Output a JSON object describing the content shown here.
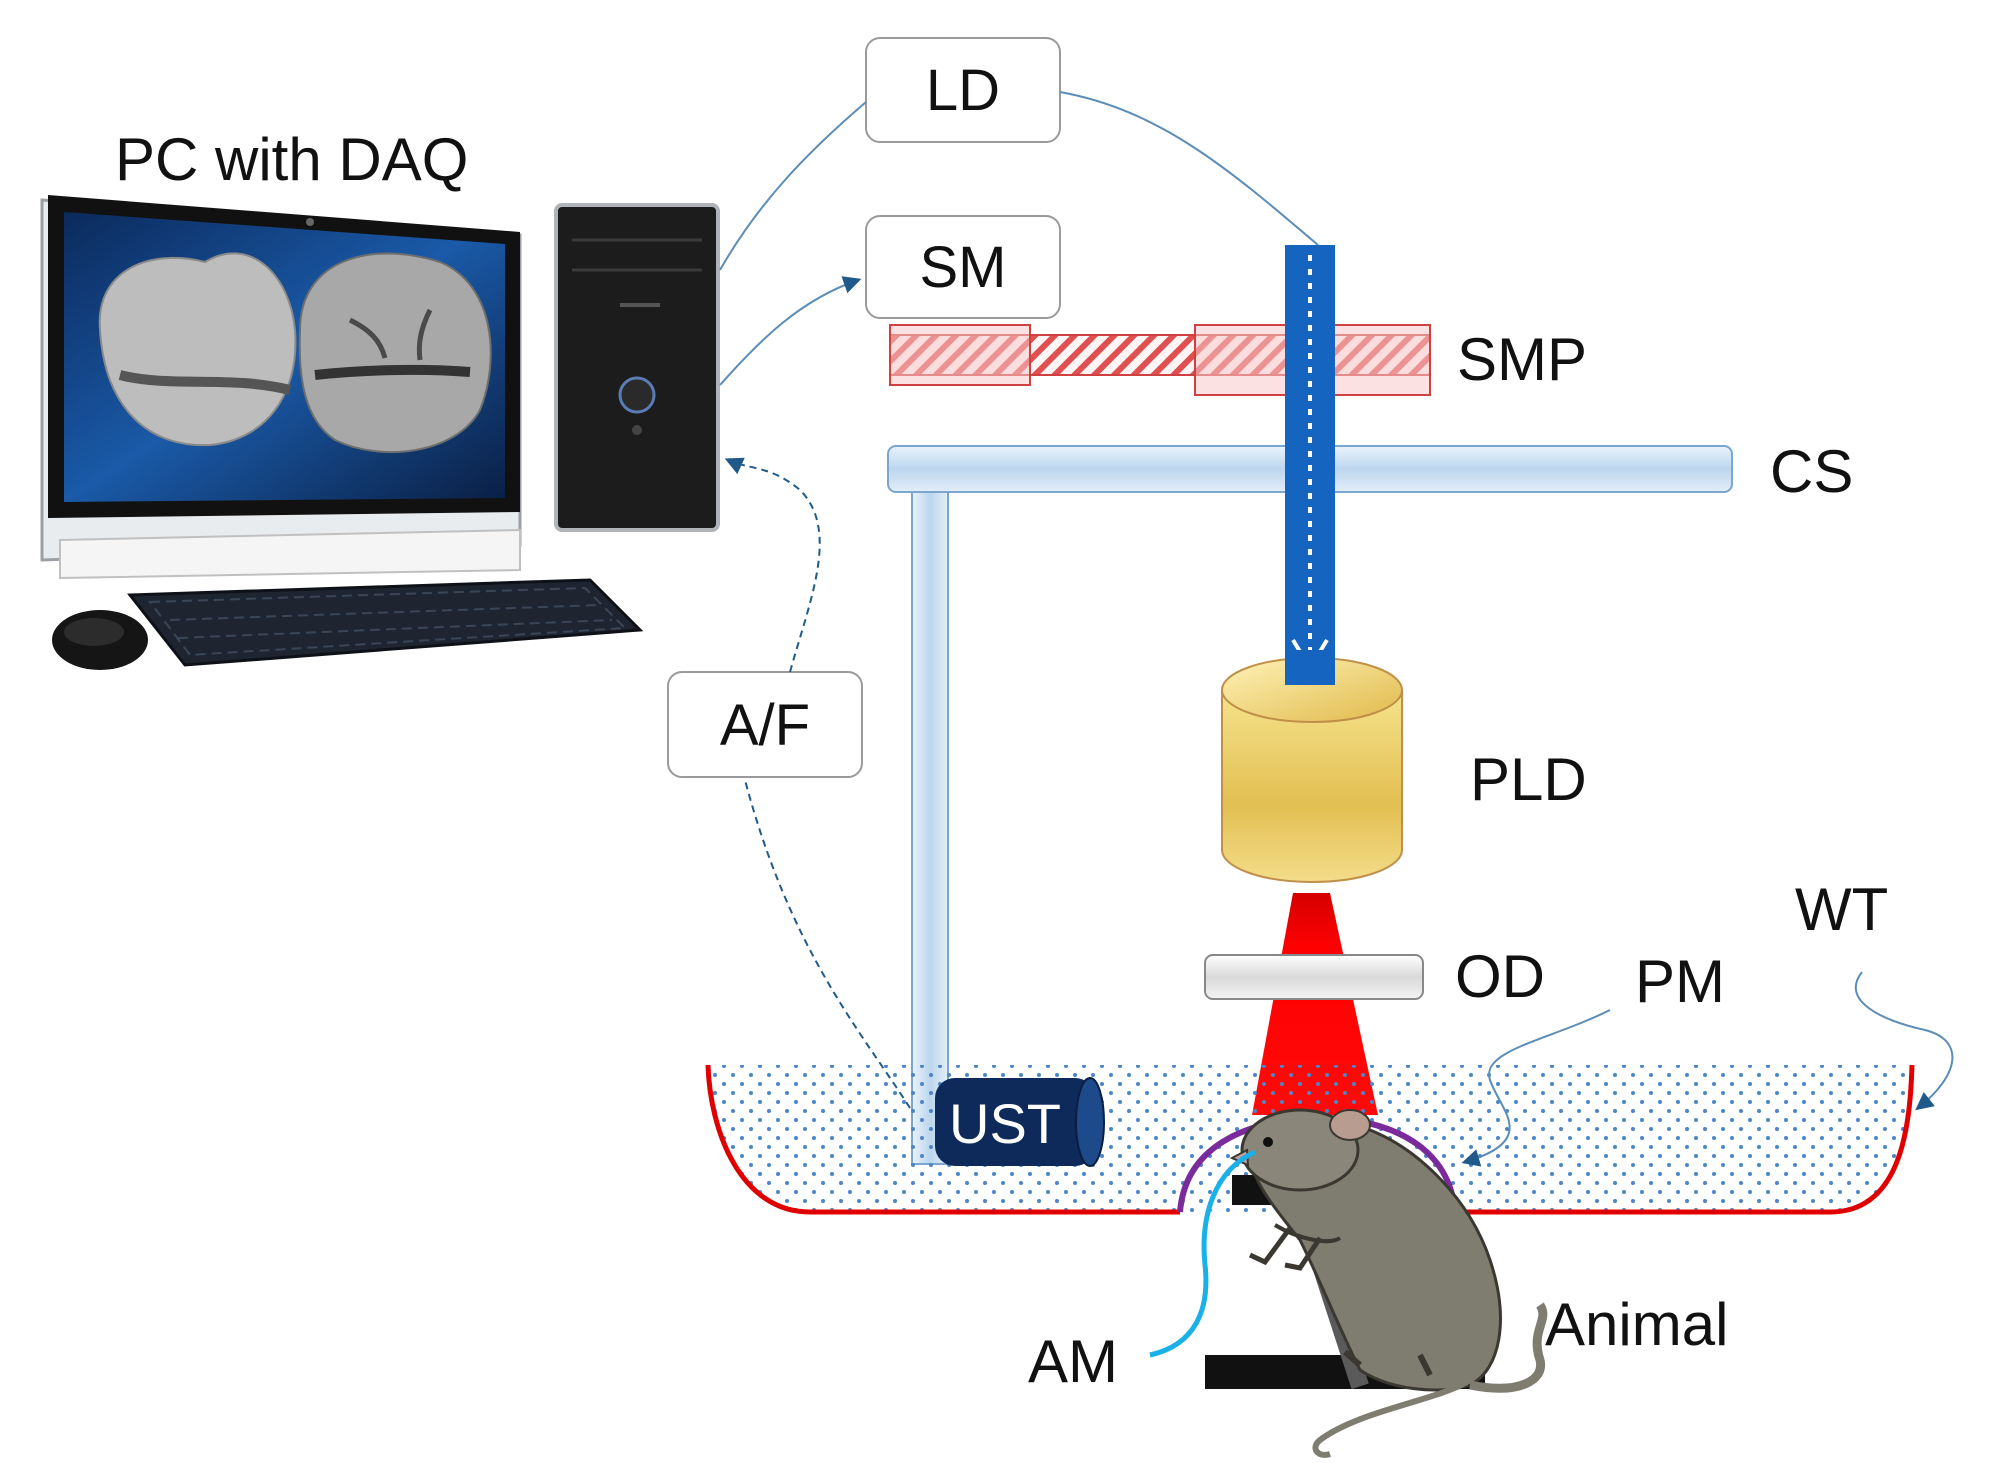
{
  "labels": {
    "pc": "PC  with DAQ",
    "ld": "LD",
    "sm": "SM",
    "smp": "SMP",
    "cs": "CS",
    "af": "A/F",
    "pld": "PLD",
    "od": "OD",
    "pm": "PM",
    "wt": "WT",
    "ust": "UST",
    "am": "AM",
    "animal": "Animal"
  },
  "colors": {
    "laser_beam": "#1565c0",
    "laser_cone": "#ff0000",
    "tank_outline": "#e00000",
    "water_dots": "#4a86c8",
    "membrane": "#7a2a9a",
    "ust_body": "#0d2a5a",
    "smp_stripes": "#e05050",
    "pld_lens": "#e8c85a",
    "cs_bar": "#c9def0",
    "connector": "#1f5a8a",
    "am_wire": "#1ab0e8"
  },
  "icons": {
    "monitor": "monitor-icon",
    "tower": "pc-tower-icon",
    "keyboard": "keyboard-icon",
    "mouse": "mouse-icon",
    "animal": "rat-icon"
  }
}
